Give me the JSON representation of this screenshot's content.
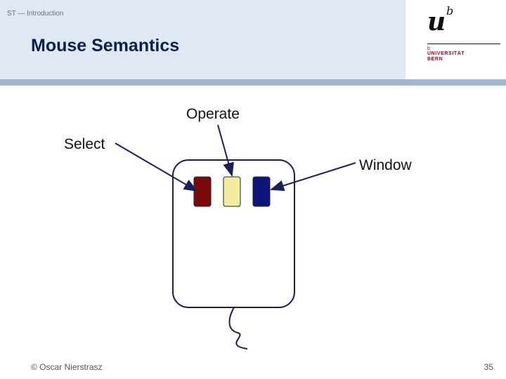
{
  "header": {
    "course": "ST — Introduction",
    "title": "Mouse Semantics"
  },
  "logo": {
    "u": "u",
    "b": "b",
    "superscript": "b",
    "line1": "UNIVERSITÄT",
    "line2": "BERN"
  },
  "diagram": {
    "labels": {
      "operate": "Operate",
      "select": "Select",
      "window": "Window"
    },
    "button_colors": {
      "left": "#7a0a0a",
      "middle": "#f2ee9e",
      "right": "#0c1678"
    },
    "line_color": "#1a1f5a"
  },
  "footer": {
    "copyright": "© Oscar Nierstrasz",
    "page": "35"
  }
}
